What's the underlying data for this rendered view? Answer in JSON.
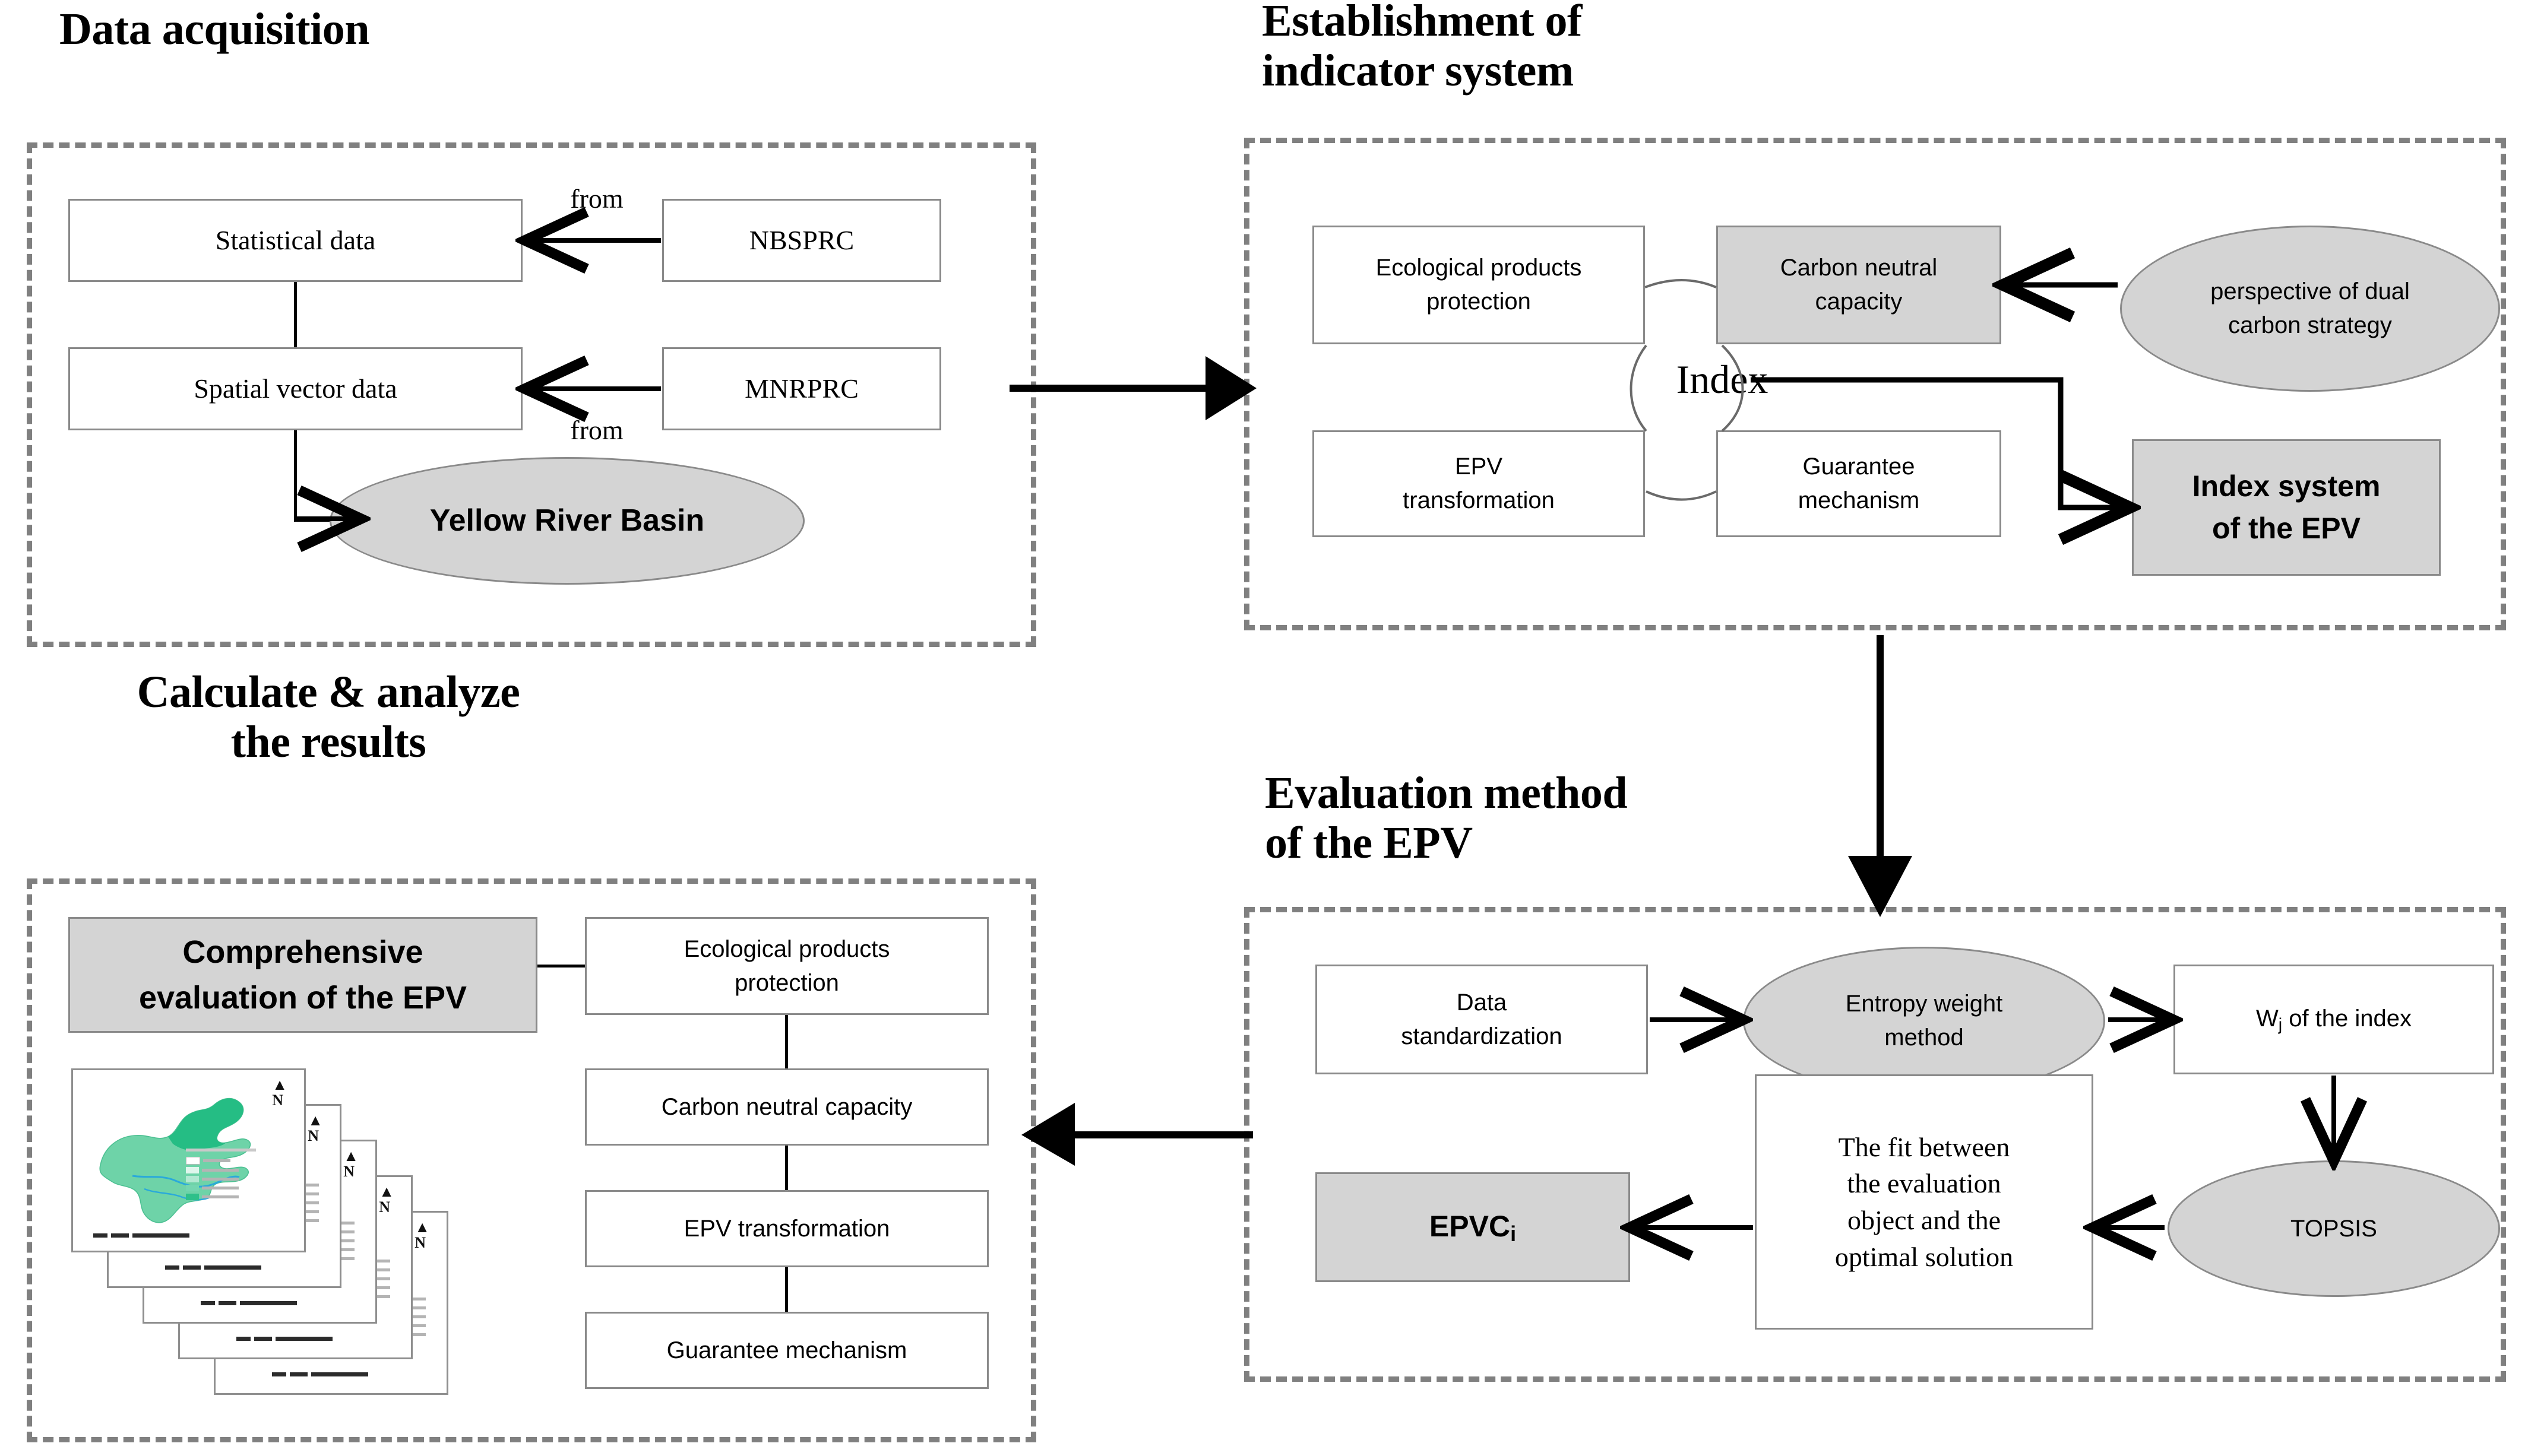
{
  "figure": {
    "type": "flowchart",
    "description": "Research framework flowchart for evaluating Ecological Product Value (EPV) in the Yellow River Basin"
  },
  "panels": {
    "data_acquisition": {
      "title": "Data acquisition",
      "nodes": {
        "statistical_data": "Statistical data",
        "spatial_vector_data": "Spatial vector data",
        "nbsprc": "NBSPRC",
        "mnrprc": "MNRPRC",
        "yellow_river_basin": "Yellow River Basin"
      },
      "edge_labels": {
        "from_nbsprc": "from",
        "from_mnrprc": "from"
      }
    },
    "indicator_system": {
      "title": "Establishment of\nindicator system",
      "center_label": "Index",
      "nodes": {
        "ecological_products_protection": "Ecological products\nprotection",
        "carbon_neutral_capacity": "Carbon neutral\ncapacity",
        "epv_transformation": "EPV\ntransformation",
        "guarantee_mechanism": "Guarantee\nmechanism",
        "perspective_dual_carbon": "perspective of dual\ncarbon strategy",
        "index_system_of_epv": "Index system\nof the EPV"
      }
    },
    "evaluation_method": {
      "title": "Evaluation method\nof the EPV",
      "nodes": {
        "data_standardization": "Data\nstandardization",
        "entropy_weight_method": "Entropy weight\nmethod",
        "wj_of_the_index_pre": "W",
        "wj_of_the_index_sub": "j",
        "wj_of_the_index_post": " of the index",
        "topsis": "TOPSIS",
        "fit_between": "The fit between\nthe evaluation\nobject and the\noptimal solution",
        "epvc_pre": "EPVC",
        "epvc_sub": "i"
      }
    },
    "calculate_analyze": {
      "title": "Calculate & analyze\nthe results",
      "nodes": {
        "comprehensive_evaluation": "Comprehensive\nevaluation of the EPV",
        "ecological_products_protection": "Ecological products\nprotection",
        "carbon_neutral_capacity": "Carbon neutral capacity",
        "epv_transformation": "EPV transformation",
        "guarantee_mechanism": "Guarantee mechanism"
      },
      "map_stack": {
        "count": 5,
        "caption": "stack of five thematic result maps of the Yellow River Basin"
      }
    }
  },
  "colors": {
    "panel_border": "#808080",
    "node_border": "#8a8a8a",
    "shaded_fill": "#d4d4d4",
    "line": "#000000",
    "map_green": "#2ec08a",
    "map_red": "#c0381c",
    "map_brown": "#8a4a22",
    "map_orange": "#f0902a",
    "map_olive": "#6b6b32"
  }
}
